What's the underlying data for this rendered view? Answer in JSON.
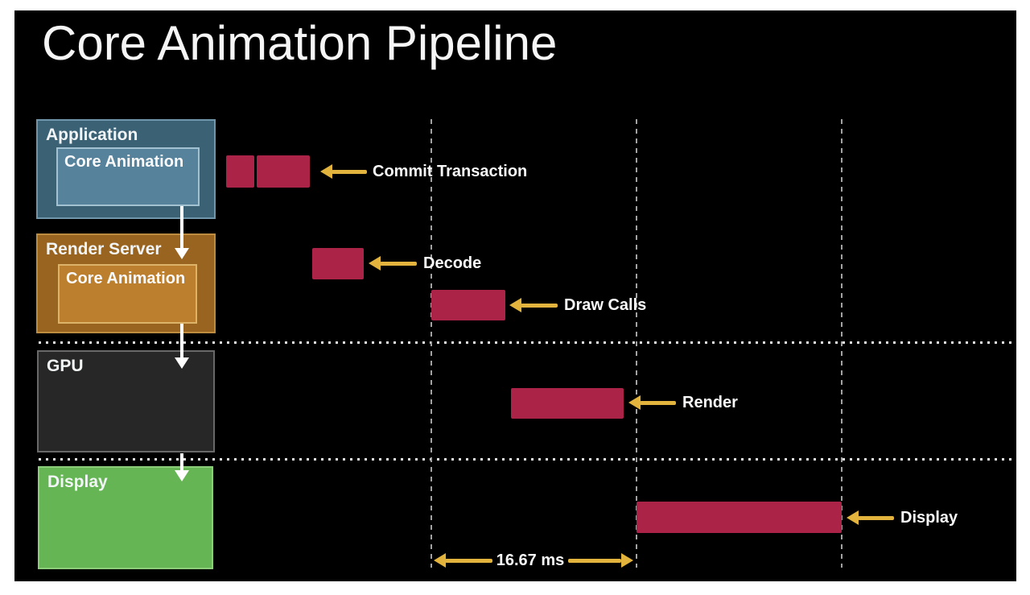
{
  "slide": {
    "title": "Core Animation Pipeline",
    "background": "#000000",
    "page_background": "#ffffff",
    "title_color": "#f5f5f5"
  },
  "stages": [
    {
      "label": "Application",
      "inner_label": "Core Animation",
      "fill": "#3b6175",
      "border": "#6f96aa",
      "inner_fill": "#56829c",
      "inner_border": "#a3c2d1"
    },
    {
      "label": "Render Server",
      "inner_label": "Core Animation",
      "fill": "#99641f",
      "border": "#bd8c3e",
      "inner_fill": "#bb7f2e",
      "inner_border": "#ddb269"
    },
    {
      "label": "GPU",
      "fill": "#272727",
      "border": "#686868"
    },
    {
      "label": "Display",
      "fill": "#65b554",
      "border": "#8ccd7a"
    }
  ],
  "flow": {
    "arrow_color": "#ffffff",
    "connections": [
      {
        "from": "Application",
        "to": "Render Server"
      },
      {
        "from": "Render Server",
        "to": "GPU"
      },
      {
        "from": "GPU",
        "to": "Display"
      }
    ]
  },
  "timeline": {
    "bar_color": "#ab2347",
    "annotation_arrow_color": "#e3b43d",
    "gridline_color": "#a2a2a2",
    "row_divider_color": "#e8e8e8",
    "frame_interval_label": "16.67 ms",
    "events": [
      {
        "label": "Commit Transaction",
        "stage": "Application",
        "bars": 2
      },
      {
        "label": "Decode",
        "stage": "Render Server",
        "bars": 1
      },
      {
        "label": "Draw Calls",
        "stage": "Render Server",
        "bars": 1
      },
      {
        "label": "Render",
        "stage": "GPU",
        "bars": 1
      },
      {
        "label": "Display",
        "stage": "Display",
        "bars": 1
      }
    ]
  }
}
